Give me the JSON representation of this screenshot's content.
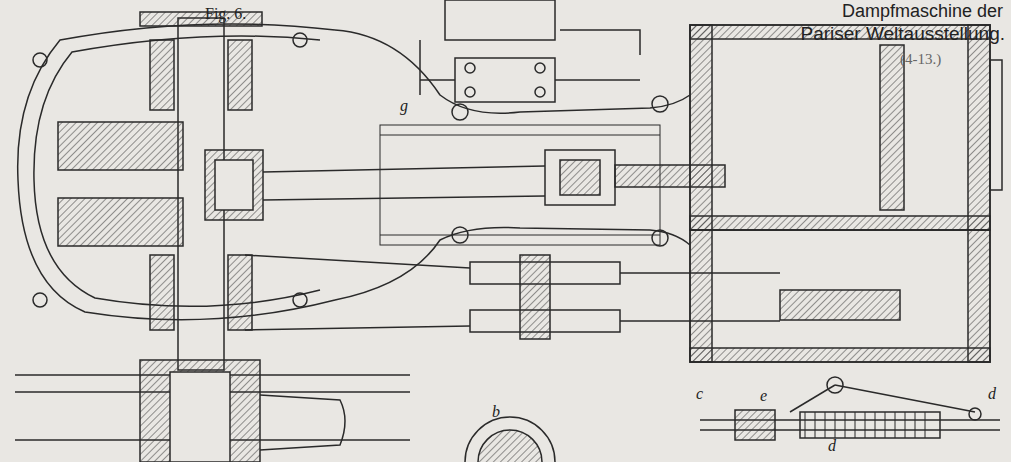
{
  "diagram": {
    "labels": [
      "Dampfmaschine der",
      "Fig. 6.",
      "Pariser Weltausstellung.",
      "(4-13.)",
      "g",
      "b",
      "c",
      "e",
      "d",
      "d"
    ]
  }
}
